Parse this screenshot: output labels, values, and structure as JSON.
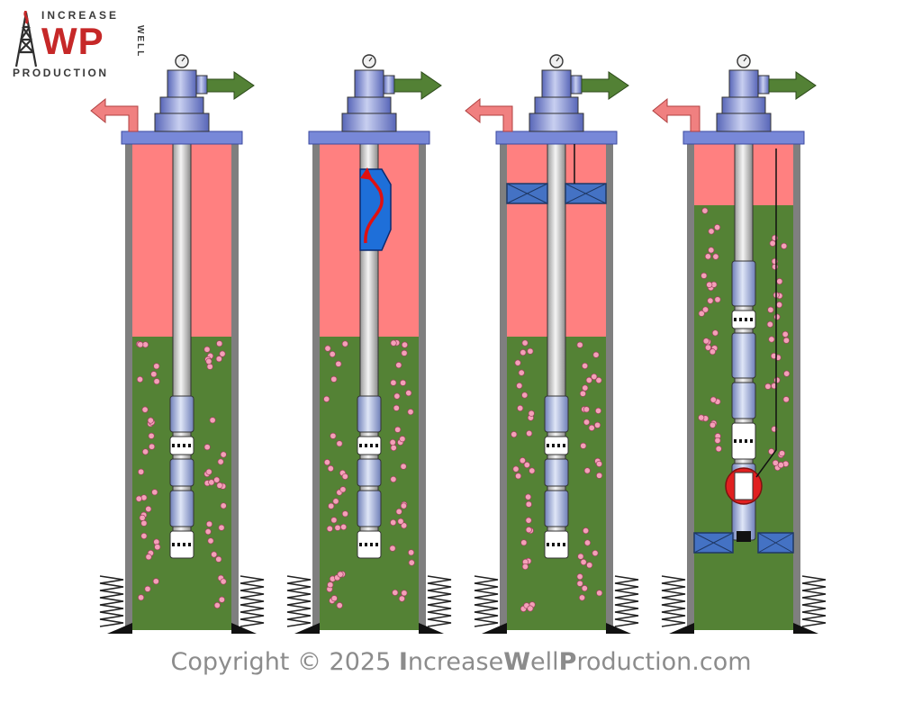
{
  "logo": {
    "top": "INCREASE",
    "big": "WP",
    "side": "WELL",
    "bottom": "PRODUCTION"
  },
  "copyright": {
    "prefix": "Copyright © 2025 ",
    "parts": [
      "I",
      "ncrease",
      "W",
      "ell",
      "P",
      "roduction",
      ".com"
    ]
  },
  "colors": {
    "annulus_pink": "#ff8080",
    "fluid_green": "#548235",
    "casing_gray": "#7f7f7f",
    "wellhead_blue": "#7888d8",
    "arrow_green": "#538135",
    "arrow_pink": "#f08080",
    "packer_blue": "#4472c4",
    "gas_bubble": "#f4a0b8"
  },
  "panels": [
    {
      "id": "well-1",
      "inlet_arrow": true,
      "valve": false,
      "top_packer": false,
      "bottom_packer": false,
      "pump_intake": false
    },
    {
      "id": "well-2",
      "inlet_arrow": false,
      "valve": true,
      "top_packer": false,
      "bottom_packer": false,
      "pump_intake": false
    },
    {
      "id": "well-3",
      "inlet_arrow": true,
      "valve": false,
      "top_packer": true,
      "bottom_packer": false,
      "pump_intake": false
    },
    {
      "id": "well-4",
      "inlet_arrow": true,
      "valve": false,
      "top_packer": false,
      "bottom_packer": true,
      "pump_intake": true
    }
  ]
}
